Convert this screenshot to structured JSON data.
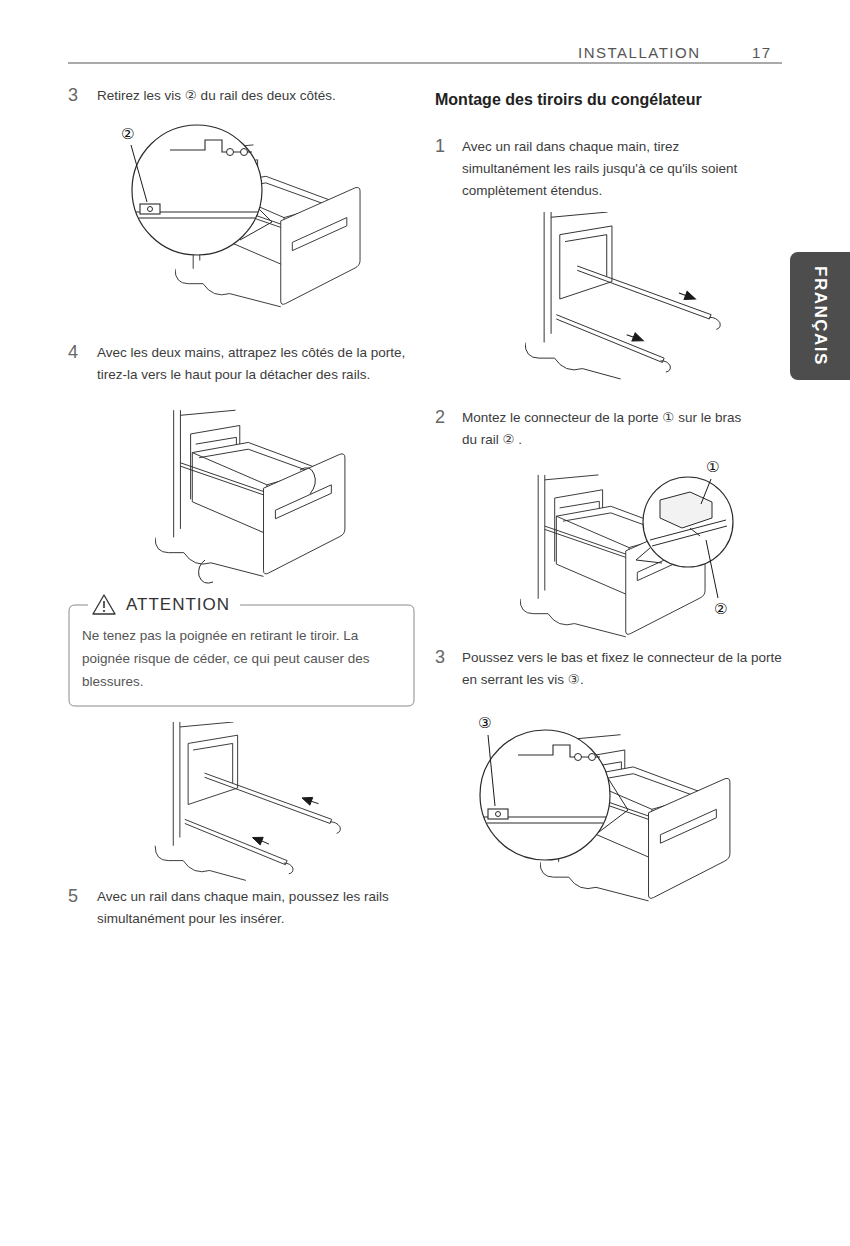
{
  "diagram": {
    "nodes": [
      {
        "text": [
          "ATTENTION",
          "Ne tenez pas la poignée en retirant le tiroir. La poignée risque de céder, ce qui peut causer des blessures."
        ]
      },
      {
        "text": [
          "FRANÇAIS"
        ]
      }
    ],
    "labels": [
      "INSTALLATION",
      "17",
      "3",
      "Retirez les vis ② du rail des deux côtés.",
      "②",
      "4",
      "Avec les deux mains, attrapez les côtés de la porte, tirez-la vers le haut pour la détacher des rails.",
      "5",
      "Avec un rail dans chaque main, poussez les rails simultanément pour les insérer.",
      "Montage des tiroirs du congélateur",
      "1",
      "Avec un rail dans chaque main, tirez simultanément les rails jusqu'à ce qu'ils soient complètement étendus.",
      "2",
      "Montez le connecteur de la porte ① sur le bras du rail ② .",
      "①",
      "②",
      "3",
      "Poussez vers le bas et fixez le connecteur de la porte en serrant les vis ③.",
      "③"
    ]
  }
}
